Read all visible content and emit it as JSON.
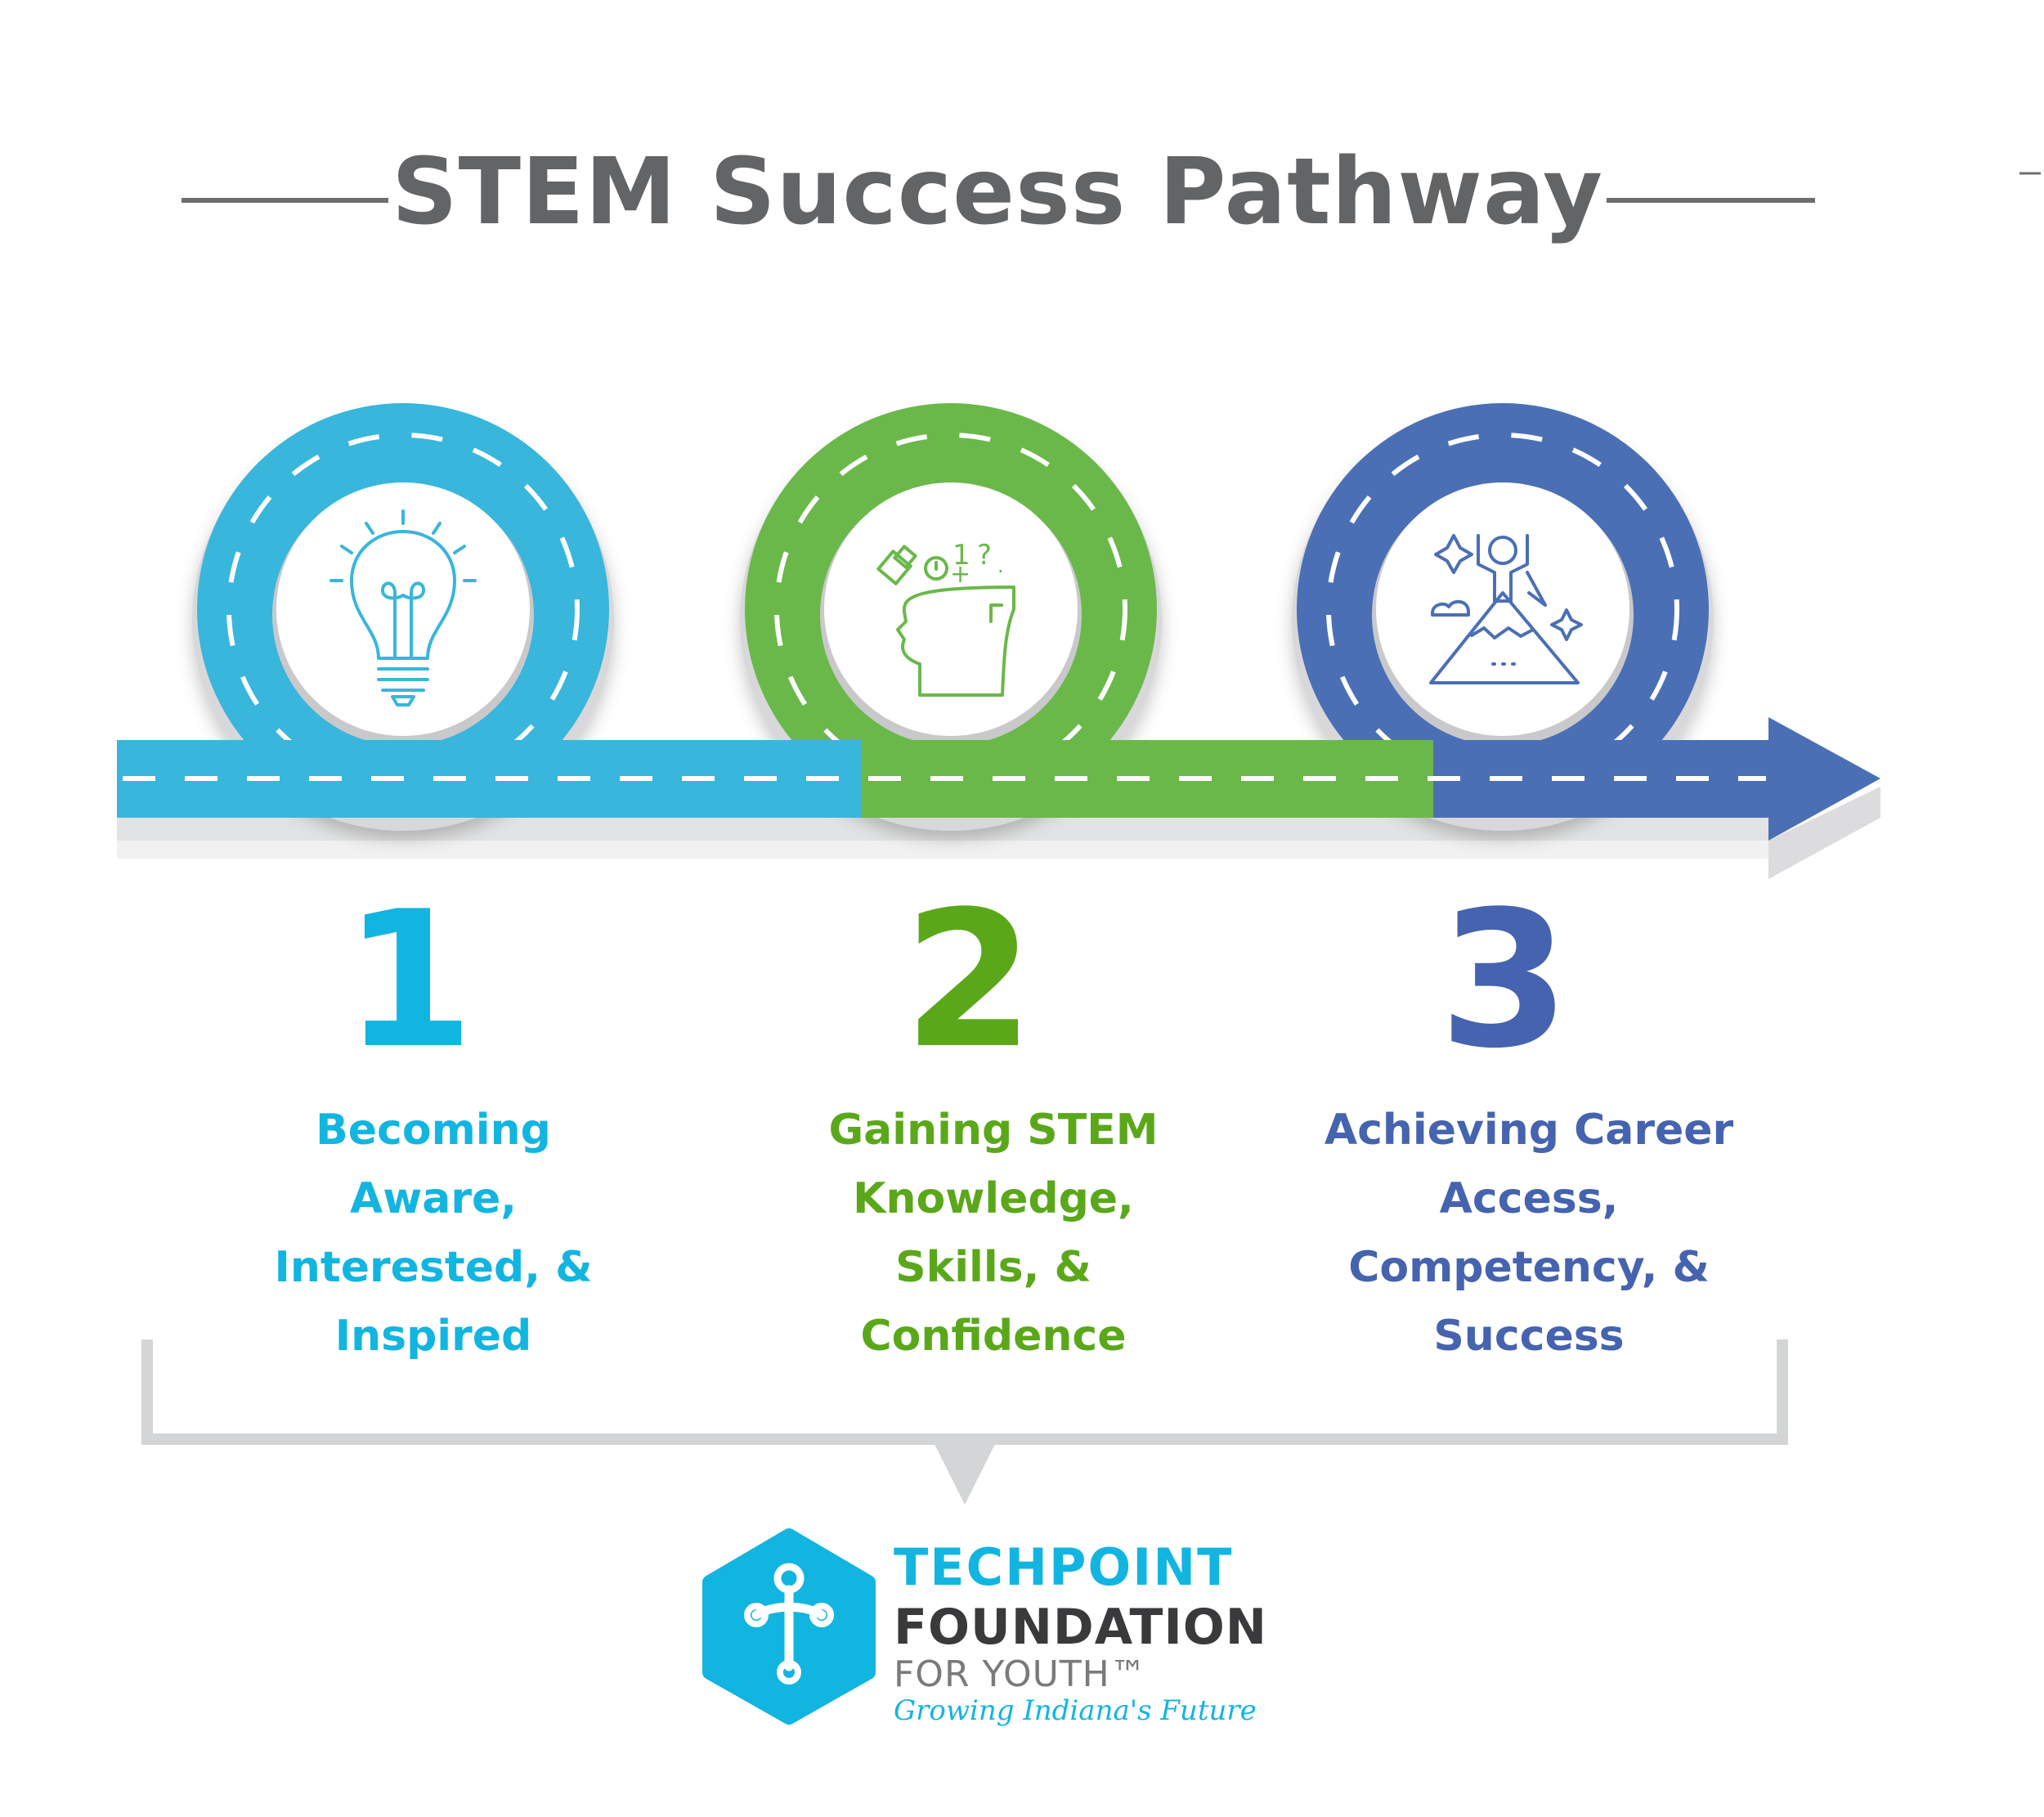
{
  "title": "STEM Success Pathway",
  "steps": [
    {
      "number": "1",
      "text": "Becoming\nAware,\nInterested, &\nInspired",
      "icon": "lightbulb-icon",
      "color": "#12b5e0"
    },
    {
      "number": "2",
      "text": "Gaining STEM\nKnowledge,\nSkills, &\nConfidence",
      "icon": "head-thinking-icon",
      "color": "#5aa81a"
    },
    {
      "number": "3",
      "text": "Achieving Career\nAccess,\nCompetency, &\nSuccess",
      "icon": "mountain-summit-icon",
      "color": "#4563ae"
    }
  ],
  "road_colors": [
    "#38b6dc",
    "#6ab84a",
    "#4b6fb5"
  ],
  "logo": {
    "line1": "TECHPOINT",
    "line2": "FOUNDATION",
    "line3": "FOR YOUTH™",
    "tagline": "Growing Indiana's Future",
    "color": "#12b5e0"
  }
}
